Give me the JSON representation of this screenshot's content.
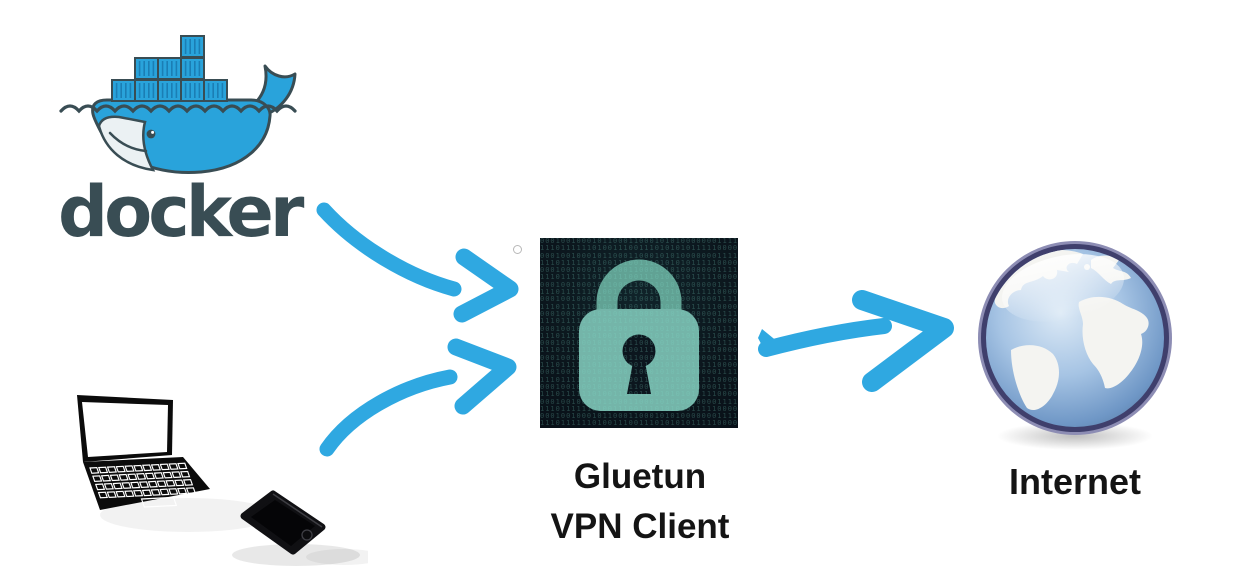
{
  "diagram": {
    "nodes": {
      "docker": {
        "wordmark": "docker",
        "icon": "docker-whale-logo"
      },
      "devices": {
        "icons": [
          "laptop",
          "smartphone"
        ]
      },
      "gluetun": {
        "label_line1": "Gluetun",
        "label_line2": "VPN Client",
        "icon": "binary-padlock"
      },
      "internet": {
        "label": "Internet",
        "icon": "globe"
      }
    },
    "connections": [
      {
        "from": "docker",
        "to": "gluetun",
        "style": "curved-arrow"
      },
      {
        "from": "devices",
        "to": "gluetun",
        "style": "curved-arrow"
      },
      {
        "from": "gluetun",
        "to": "internet",
        "style": "straight-arrow"
      }
    ]
  },
  "colors": {
    "background": "#ffffff",
    "arrow": "#2FA8E1",
    "docker_blue": "#29A3DB",
    "docker_stripe": "#1B7EB4",
    "docker_dark": "#394D54",
    "whale_belly": "#EBF1F3",
    "lock_bg": "#0B151C",
    "lock_body": "#74B5A9",
    "lock_shackle": "#61A294",
    "lock_keyhole": "#0C161E",
    "binary_digits": "#7EDCC8",
    "globe_ring": "#3F3F6C",
    "globe_ocean": "#6F97C6",
    "label_text": "#141414"
  }
}
